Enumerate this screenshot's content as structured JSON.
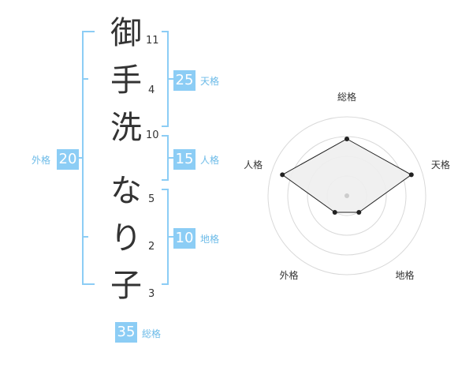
{
  "name_chars": [
    {
      "char": "御",
      "strokes": "11"
    },
    {
      "char": "手",
      "strokes": "4"
    },
    {
      "char": "洗",
      "strokes": "10"
    },
    {
      "char": "な",
      "strokes": "5"
    },
    {
      "char": "り",
      "strokes": "2"
    },
    {
      "char": "子",
      "strokes": "3"
    }
  ],
  "kaku": {
    "tenkaku": {
      "value": "25",
      "label": "天格"
    },
    "jinkaku": {
      "value": "15",
      "label": "人格"
    },
    "chikaku": {
      "value": "10",
      "label": "地格"
    },
    "gaikaku": {
      "value": "20",
      "label": "外格"
    },
    "soukaku": {
      "value": "35",
      "label": "総格"
    }
  },
  "colors": {
    "bracket": "#8ccdf5",
    "badge": "#8ccdf5",
    "label": "#6cbbe8",
    "text": "#333333",
    "grid": "#d9d9d9",
    "radar_fill": "#eeeeee",
    "radar_line": "#222222"
  },
  "chart_data": {
    "type": "radar",
    "axes": [
      "総格",
      "天格",
      "地格",
      "外格",
      "人格"
    ],
    "values": [
      0.72,
      0.86,
      0.26,
      0.26,
      0.86
    ],
    "range": [
      0,
      1
    ],
    "grid_rings": 4
  }
}
